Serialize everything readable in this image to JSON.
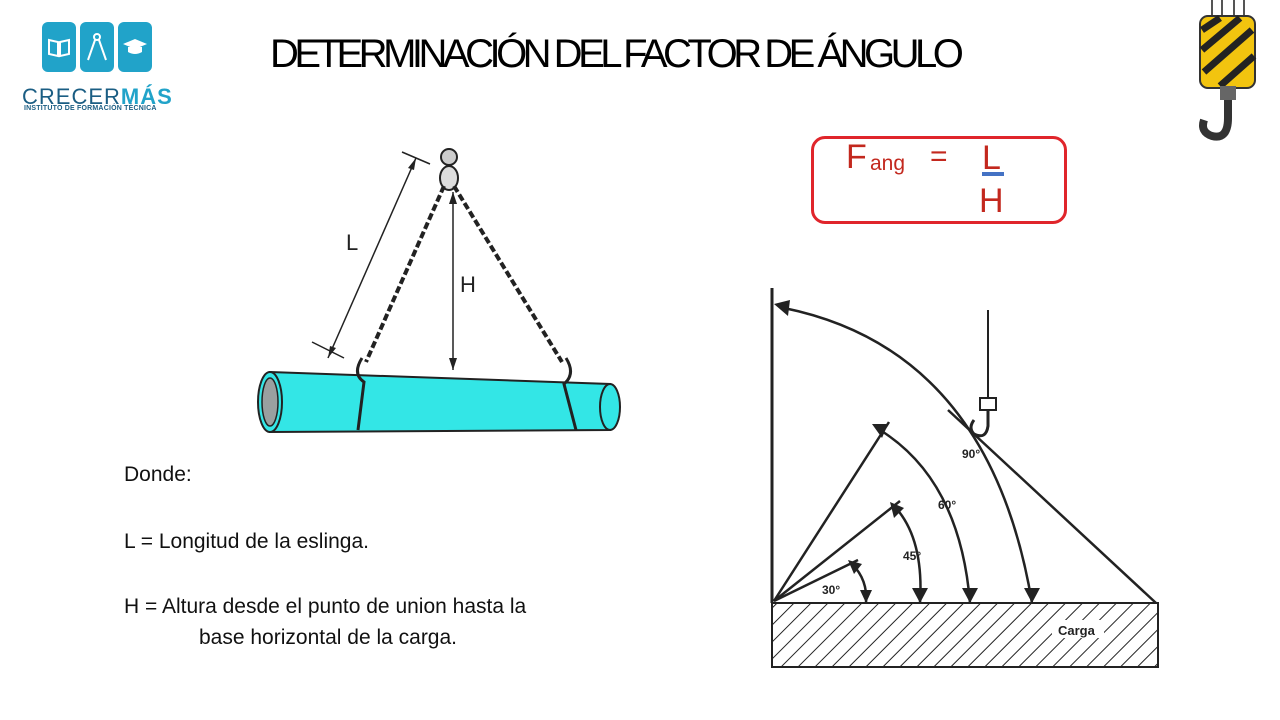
{
  "logo": {
    "name_part1": "CRECER",
    "name_part2": "MÁS",
    "subtitle": "INSTITUTO DE FORMACIÓN TÉCNICA"
  },
  "title": "DETERMINACIÓN DEL FACTOR DE ÁNGULO",
  "formula": {
    "lhs": "F",
    "lhs_subscript": "ang",
    "equals": "=",
    "numerator": "L",
    "denominator": "H"
  },
  "sling_diagram": {
    "label_l": "L",
    "label_h": "H",
    "pipe_color": "#33e6e6"
  },
  "angle_diagram": {
    "angles": [
      "90°",
      "60°",
      "45°",
      "30°"
    ],
    "load_label": "Carga"
  },
  "legend": {
    "intro": "Donde:",
    "l_line": "L = Longitud de la eslinga.",
    "h_line_1": "H = Altura desde el punto de union hasta la",
    "h_line_2": "base horizontal de la carga."
  },
  "icons": [
    "book-icon",
    "compass-icon",
    "graduation-cap-icon",
    "crane-hook-icon"
  ],
  "colors": {
    "accent_red": "#e0252b",
    "formula_text": "#c3281e",
    "logo_blue": "#21a3c9",
    "underline_blue": "#4472c4"
  }
}
